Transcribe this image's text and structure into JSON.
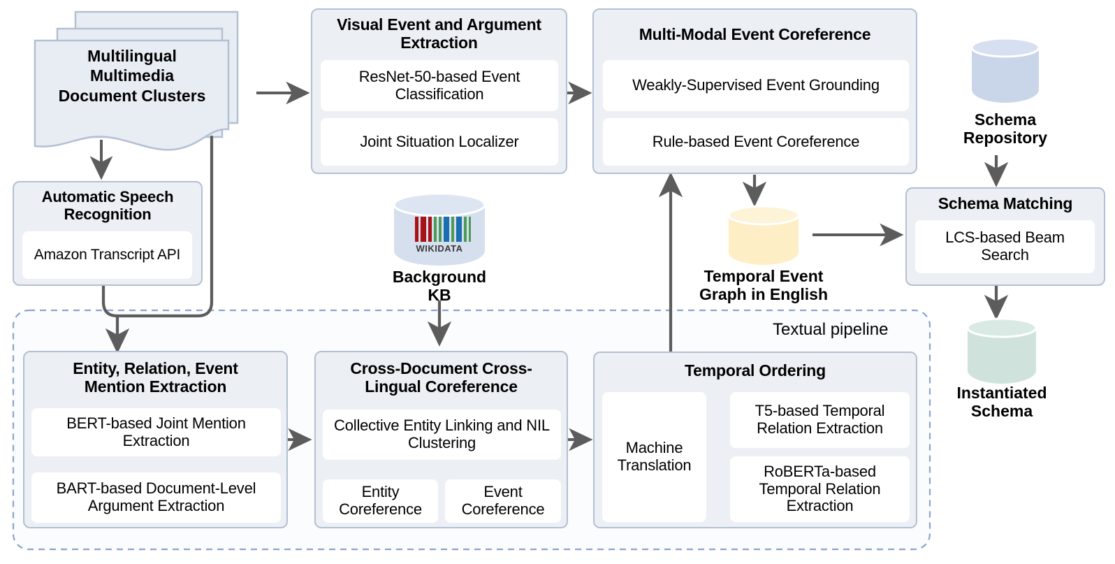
{
  "diagram": {
    "title": "Multilingual multimedia knowledge extraction and schema matching pipeline",
    "colors": {
      "panel_fill": "#ecf0f4",
      "panel_border": "#b3bfd4",
      "sub_fill": "#ffffff",
      "arrow_dark": "#5c5c5c",
      "arrow_light": "#b4b4b4",
      "dashed_border": "#8ba3cc",
      "doc_fill": "#e8edf3",
      "db_blue": "#c9d6ea",
      "db_yellow": "#fdeec6",
      "db_green": "#cfe3dc",
      "wikidata_red": "#a91216",
      "wikidata_green": "#4e9a57",
      "wikidata_blue": "#1b6fb0",
      "wikidata_text": "#3a3a3a"
    }
  },
  "source": {
    "label": "Multilingual\nMultimedia\nDocument Clusters",
    "line1": "Multilingual",
    "line2": "Multimedia",
    "line3": "Document Clusters"
  },
  "asr": {
    "title_line1": "Automatic Speech",
    "title_line2": "Recognition",
    "sub1": "Amazon Transcript API"
  },
  "visual_extraction": {
    "title_line1": "Visual Event and Argument",
    "title_line2": "Extraction",
    "sub1": "ResNet-50-based Event Classification",
    "sub2": "Joint Situation Localizer"
  },
  "multimodal_coref": {
    "title": "Multi-Modal Event Coreference",
    "sub1": "Weakly-Supervised Event Grounding",
    "sub2": "Rule-based Event Coreference"
  },
  "background_kb": {
    "logo_text": "WIKIDATA",
    "caption_line1": "Background",
    "caption_line2": "KB"
  },
  "temporal_event_graph": {
    "caption_line1": "Temporal Event",
    "caption_line2": "Graph in English"
  },
  "schema_repository": {
    "caption_line1": "Schema",
    "caption_line2": "Repository"
  },
  "schema_matching": {
    "title": "Schema Matching",
    "sub1": "LCS-based Beam Search"
  },
  "instantiated_schema": {
    "caption_line1": "Instantiated",
    "caption_line2": "Schema"
  },
  "textual_pipeline": {
    "label": "Textual pipeline"
  },
  "mention_extraction": {
    "title_line1": "Entity, Relation, Event",
    "title_line2": "Mention Extraction",
    "sub1": "BERT-based Joint Mention Extraction",
    "sub2": "BART-based Document-Level Argument Extraction"
  },
  "cross_doc_coref": {
    "title_line1": "Cross-Document Cross-",
    "title_line2": "Lingual Coreference",
    "sub1": "Collective Entity Linking and NIL Clustering",
    "sub2": "Entity Coreference",
    "sub3": "Event Coreference"
  },
  "temporal_ordering": {
    "title": "Temporal Ordering",
    "sub1": "Machine Translation",
    "sub2": "T5-based Temporal Relation Extraction",
    "sub3": "RoBERTa-based Temporal Relation Extraction"
  }
}
